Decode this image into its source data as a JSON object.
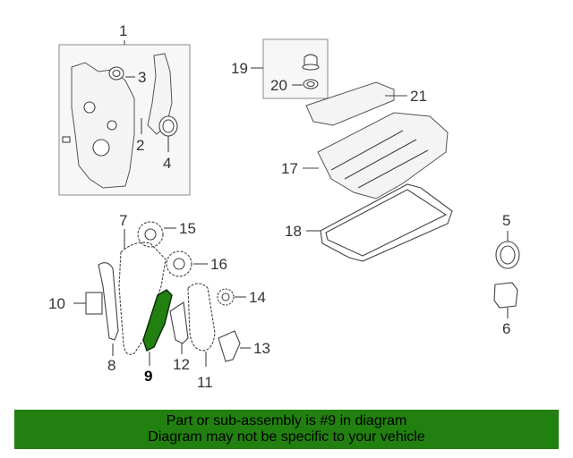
{
  "callouts": {
    "c1": "1",
    "c2": "2",
    "c3": "3",
    "c4": "4",
    "c5": "5",
    "c6": "6",
    "c7": "7",
    "c8": "8",
    "c9": "9",
    "c10": "10",
    "c11": "11",
    "c12": "12",
    "c13": "13",
    "c14": "14",
    "c15": "15",
    "c16": "16",
    "c17": "17",
    "c18": "18",
    "c19": "19",
    "c20": "20",
    "c21": "21"
  },
  "highlight": {
    "part_number": "9",
    "color": "#21800f"
  },
  "banner": {
    "line1": "Part or sub-assembly is #9 in diagram",
    "line2": "Diagram may not be specific to your vehicle",
    "background": "#21800f"
  }
}
